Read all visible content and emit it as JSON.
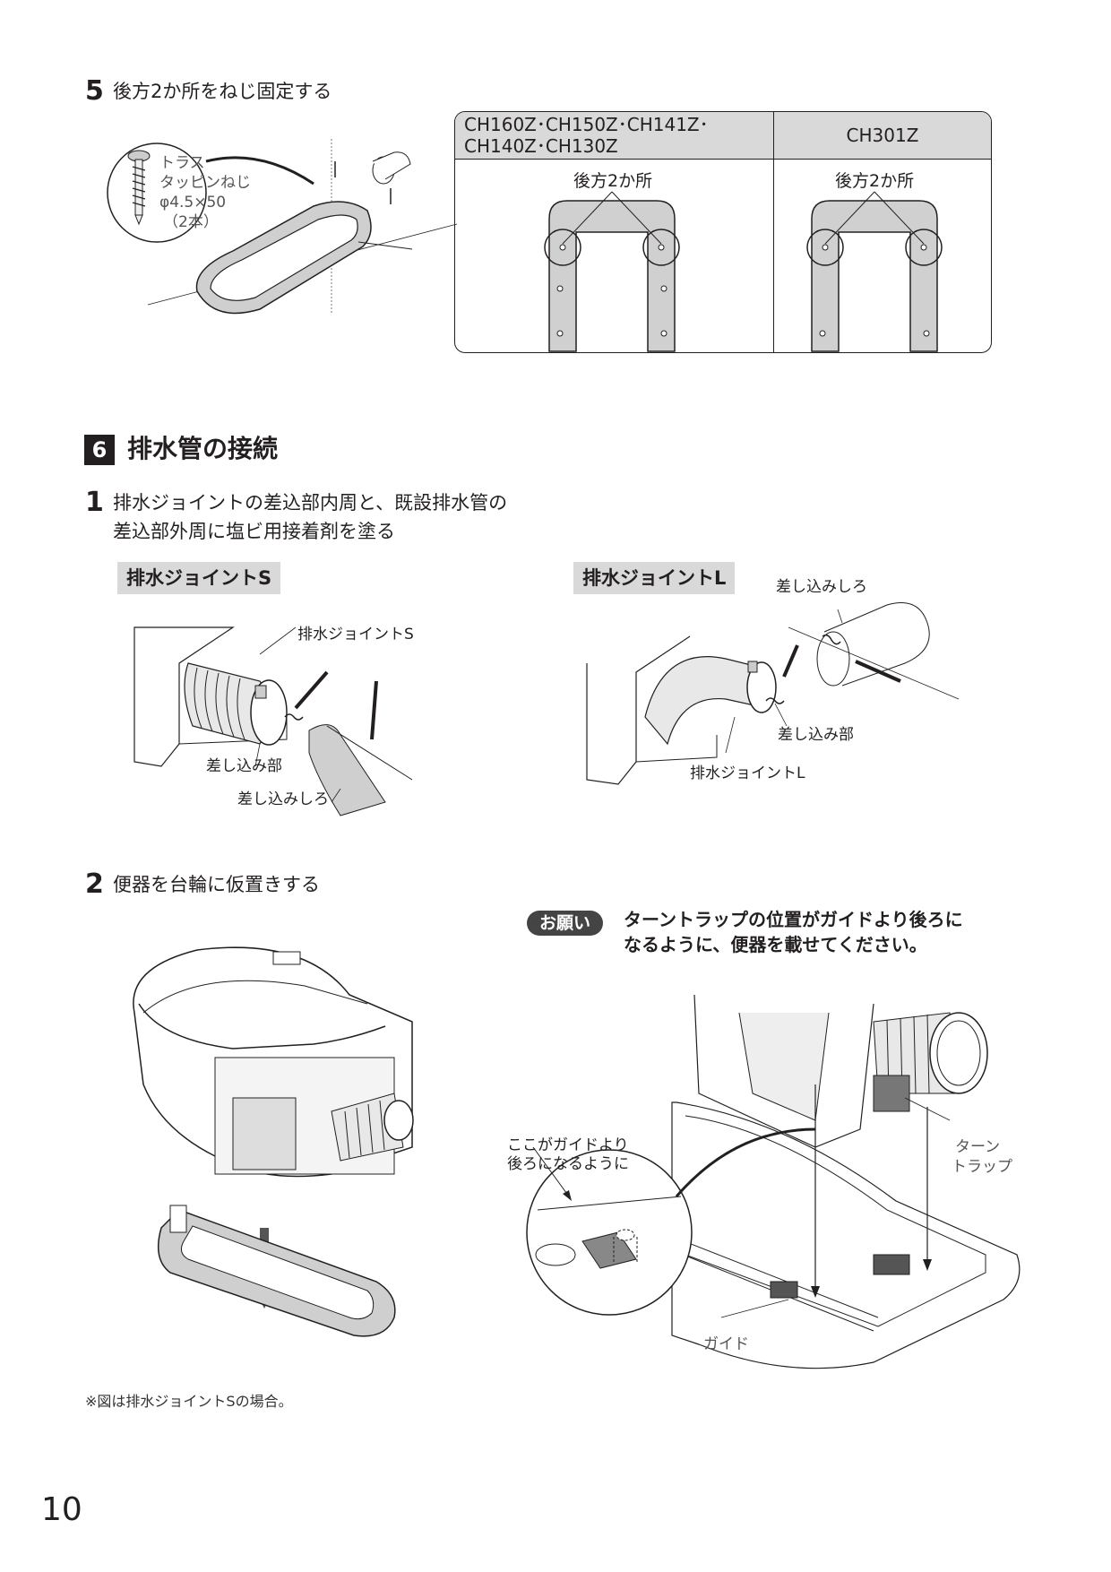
{
  "step5": {
    "number": "5",
    "text": "後方2か所をねじ固定する",
    "screw_label": {
      "line1": "トラス",
      "line2": "タッピンねじ",
      "line3": "φ4.5×50",
      "line4": "（2本）"
    },
    "table": {
      "col1_header_line1": "CH160Z･CH150Z･CH141Z･",
      "col1_header_line2": "CH140Z･CH130Z",
      "col2_header": "CH301Z",
      "col1_label": "後方2か所",
      "col2_label": "後方2か所"
    }
  },
  "section6": {
    "number": "6",
    "title": "排水管の接続"
  },
  "step1": {
    "number": "1",
    "line1": "排水ジョイントの差込部内周と、既設排水管の",
    "line2": "差込部外周に塩ビ用接着剤を塗る",
    "s_tag": "排水ジョイントS",
    "l_tag": "排水ジョイントL",
    "s_labels": {
      "joint": "排水ジョイントS",
      "insert_part": "差し込み部",
      "insert_margin": "差し込みしろ"
    },
    "l_labels": {
      "insert_margin": "差し込みしろ",
      "insert_part": "差し込み部",
      "joint": "排水ジョイントL"
    }
  },
  "step2": {
    "number": "2",
    "text": "便器を台輪に仮置きする",
    "notice_badge": "お願い",
    "notice_line1": "ターントラップの位置がガイドより後ろに",
    "notice_line2": "なるように、便器を載せてください。",
    "callout_line1": "ここがガイドより",
    "callout_line2": "後ろになるように",
    "turntrap_line1": "ターン",
    "turntrap_line2": "トラップ",
    "guide_label": "ガイド",
    "footnote": "※図は排水ジョイントSの場合。"
  },
  "page_number": "10"
}
